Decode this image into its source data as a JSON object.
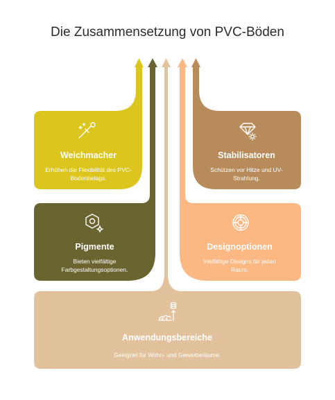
{
  "title": "Die Zusammensetzung von PVC-Böden",
  "colors": {
    "weichmacher": "#dcc51e",
    "pigmente": "#6a6431",
    "stabilisatoren": "#b88c5a",
    "designoptionen": "#fbb883",
    "anwendungsbereiche": "#e2c29c"
  },
  "cards": {
    "weichmacher": {
      "icon": "pipette-sparkle-icon",
      "heading": "Weichmacher",
      "desc": "Erhöhen die Flexibilität des PVC-Bodenbelags."
    },
    "pigmente": {
      "icon": "gem-sparkle-icon",
      "heading": "Pigmente",
      "desc": "Bieten vielfältige Farbgestaltungsoptionen."
    },
    "stabilisatoren": {
      "icon": "diamond-sun-icon",
      "heading": "Stabilisatoren",
      "desc": "Schützen vor Hitze und UV-Strahlung."
    },
    "designoptionen": {
      "icon": "lifebuoy-icon",
      "heading": "Designoptionen",
      "desc": "Vielfältige Designs für jeden Raum."
    },
    "anwendungsbereiche": {
      "icon": "terrain-database-icon",
      "heading": "Anwendungsbereiche",
      "desc": "Geeignet für Wohn- und Gewerberäume."
    }
  }
}
